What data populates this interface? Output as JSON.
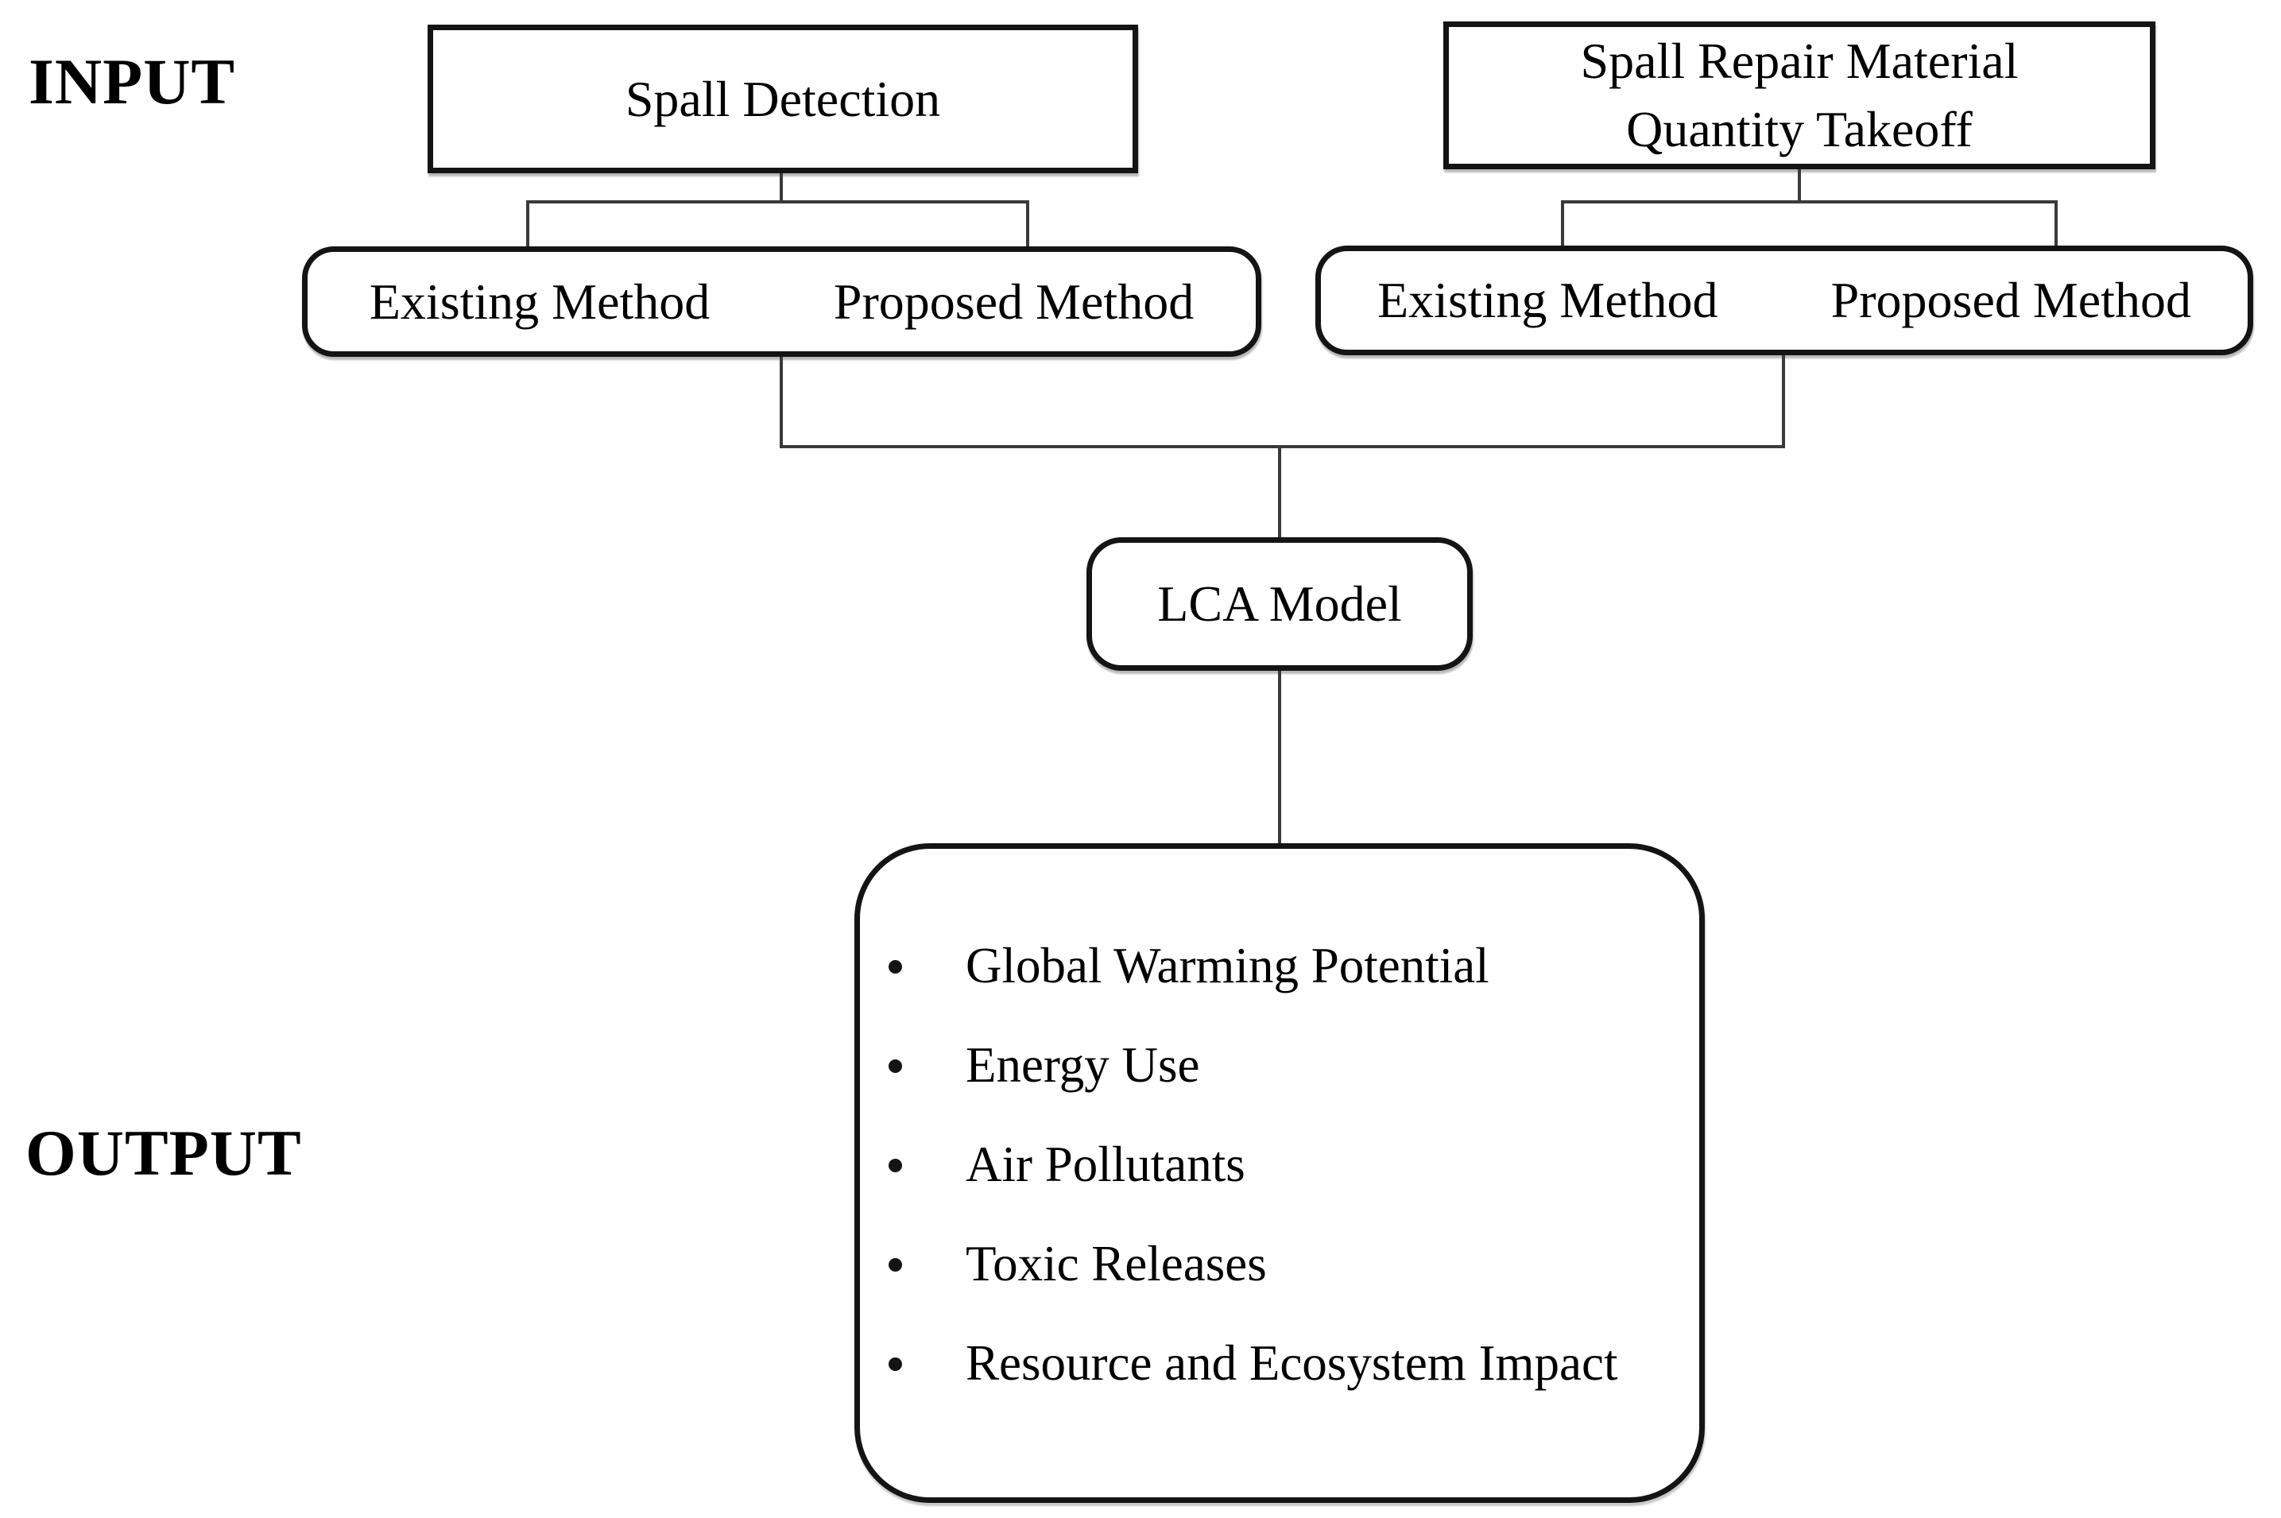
{
  "labels": {
    "input": "INPUT",
    "output": "OUTPUT"
  },
  "input_section": {
    "spall_detection": {
      "title": "Spall Detection",
      "methods": [
        "Existing Method",
        "Proposed Method"
      ]
    },
    "quantity_takeoff": {
      "title": "Spall Repair Material Quantity Takeoff",
      "methods": [
        "Existing Method",
        "Proposed Method"
      ]
    }
  },
  "model": {
    "title": "LCA Model"
  },
  "output_section": {
    "items": [
      "Global Warming Potential",
      "Energy Use",
      "Air Pollutants",
      "Toxic Releases",
      "Resource and Ecosystem Impact"
    ]
  },
  "colors": {
    "background": "#ffffff",
    "border": "#141414",
    "connector": "#3a3a3a",
    "text": "#000000"
  }
}
